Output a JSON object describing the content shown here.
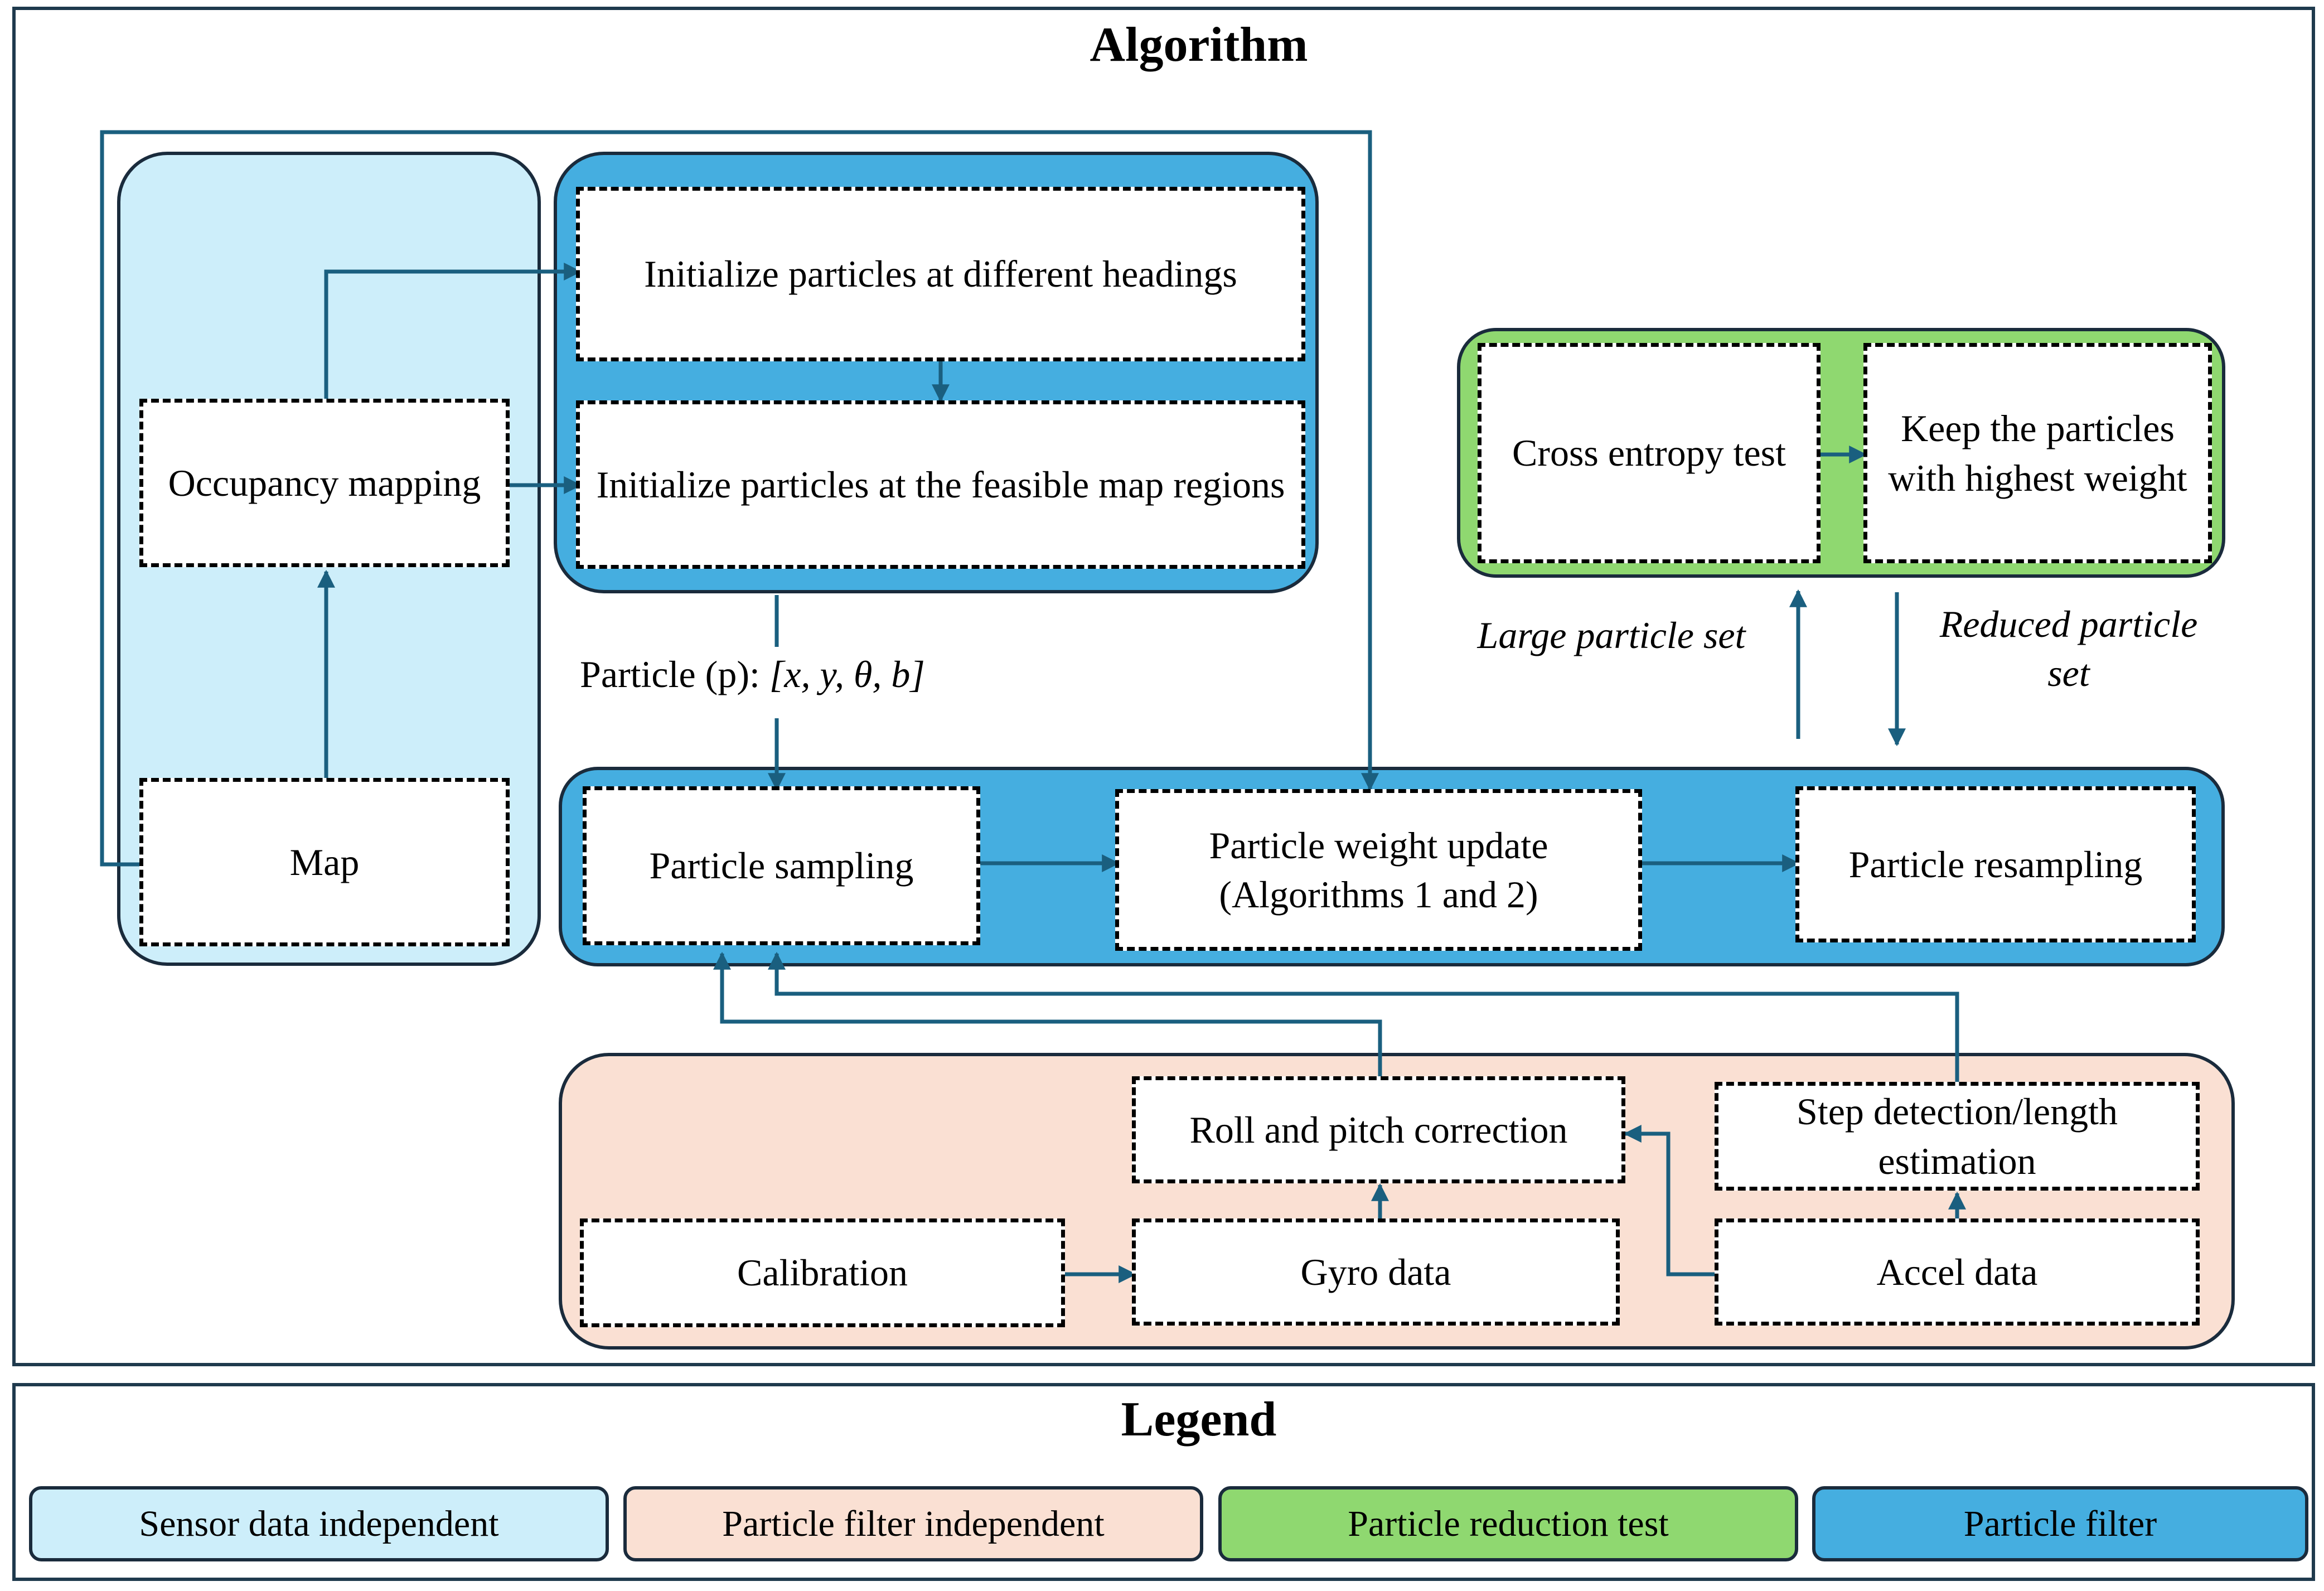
{
  "algorithm": {
    "title": "Algorithm"
  },
  "legend": {
    "title": "Legend",
    "items": [
      {
        "label": "Sensor data independent",
        "color": "#cdeefa"
      },
      {
        "label": "Particle filter independent",
        "color": "#fae0d3"
      },
      {
        "label": "Particle reduction test",
        "color": "#8fd870"
      },
      {
        "label": "Particle filter",
        "color": "#45aee0"
      }
    ]
  },
  "colors": {
    "sensor_independent": "#cdeefa",
    "pf_independent": "#fae0d3",
    "reduction_test": "#8fd870",
    "particle_filter": "#45aee0",
    "arrow": "#1a5f7f",
    "border": "#1a2b3c"
  },
  "nodes": {
    "occupancy_mapping": "Occupancy mapping",
    "map": "Map",
    "init_headings": "Initialize particles at different headings",
    "init_feasible": "Initialize particles at the feasible map regions",
    "particle_sampling": "Particle sampling",
    "weight_update": "Particle weight update (Algorithms 1 and 2)",
    "resampling": "Particle resampling",
    "cross_entropy": "Cross entropy test",
    "keep_particles": "Keep the particles with highest weight",
    "roll_pitch": "Roll and pitch correction",
    "step_detection": "Step detection/length estimation",
    "calibration": "Calibration",
    "gyro": "Gyro data",
    "accel": "Accel data"
  },
  "edge_labels": {
    "particle_state_prefix": "Particle (p): ",
    "particle_state_vector": "[x, y, θ, b]",
    "large_set": "Large particle set",
    "reduced_set": "Reduced particle set"
  }
}
